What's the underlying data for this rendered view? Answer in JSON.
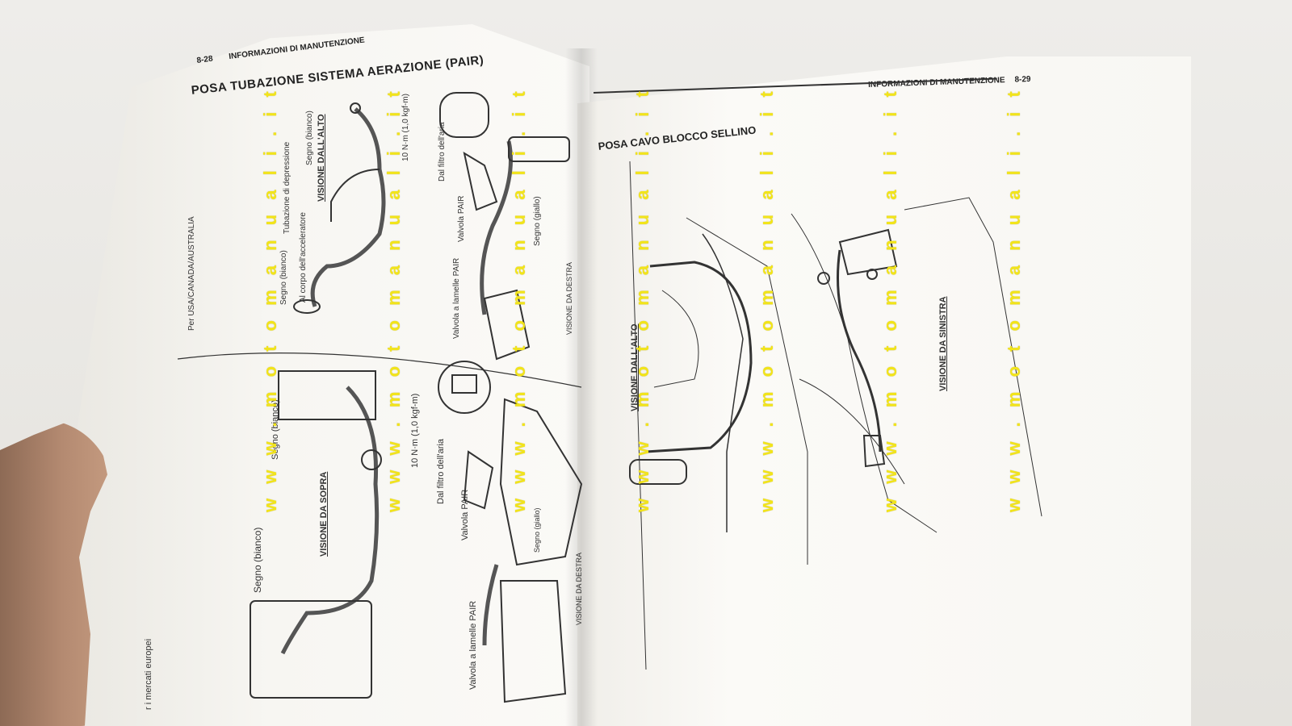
{
  "left_page": {
    "page_number": "8-28",
    "header": "INFORMAZIONI DI MANUTENZIONE",
    "title": "POSA TUBAZIONE SISTEMA AERAZIONE (PAIR)",
    "region_label": "Per USA/CANADA/AUSTRALIA",
    "europe_label": "r i mercati europei",
    "top_labels": {
      "view": "VISIONE DALL'ALTO",
      "mark_white_top": "Segno (bianco)",
      "vacuum_tube": "Tubazione di depressione",
      "throttle": "Al corpo dell'acceleratore",
      "mark_white_low": "Segno (bianco)",
      "torque": "10 N·m (1,0 kgf-m)",
      "air_filter": "Dal filtro dell'aria",
      "pair_valve": "Valvola PAIR",
      "mark_yellow": "Segno (giallo)",
      "reed_valve": "Valvola a lamelle PAIR",
      "right_view": "VISIONE DA DESTRA"
    },
    "bottom_labels": {
      "view": "VISIONE DA SOPRA",
      "mark_white_top": "Segno (bianco)",
      "mark_white_low": "Segno (bianco)",
      "torque": "10 N·m (1,0 kgf-m)",
      "air_filter": "Dal filtro dell'aria",
      "pair_valve": "Valvola PAIR",
      "mark_yellow": "Segno (giallo)",
      "reed_valve": "Valvola a lamelle PAIR",
      "right_view": "VISIONE DA DESTRA"
    }
  },
  "right_page": {
    "header": "INFORMAZIONI DI MANUTENZIONE",
    "page_number": "8-29",
    "title": "POSA CAVO BLOCCO SELLINO",
    "top_view": "VISIONE DALL'ALTO",
    "left_view": "VISIONE DA SINISTRA"
  },
  "watermark": "w w w . m o t o m a n u a l i . i t"
}
